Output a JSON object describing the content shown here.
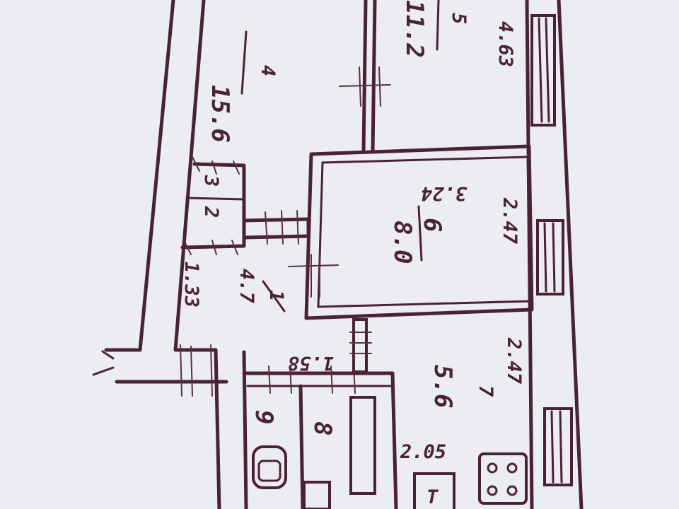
{
  "colors": {
    "ink": "#4a2238",
    "paper": "#ecedf0"
  },
  "rooms": [
    {
      "id": "4",
      "number": "4",
      "area": "15.6"
    },
    {
      "id": "5",
      "number": "5",
      "area": "11.2"
    },
    {
      "id": "6",
      "number": "6",
      "area": "8.0"
    },
    {
      "id": "1",
      "number": "1",
      "area": "4.7"
    },
    {
      "id": "2",
      "number": "2",
      "area": ""
    },
    {
      "id": "3",
      "number": "3",
      "area": ""
    },
    {
      "id": "7",
      "number": "7",
      "area": "5.6"
    },
    {
      "id": "8",
      "number": "8",
      "area": ""
    },
    {
      "id": "9",
      "number": "9",
      "area": ""
    }
  ],
  "dimensions": {
    "d1": "4.63",
    "d2": "3.24",
    "d3": "2.47",
    "d4": "1.33",
    "d5": "1.58",
    "d6": "2.47",
    "d7": "2.05"
  },
  "fixture_labels": {
    "toilet": "T",
    "stove_icon": "stove-icon",
    "washer_icon": "washbasin-icon"
  }
}
